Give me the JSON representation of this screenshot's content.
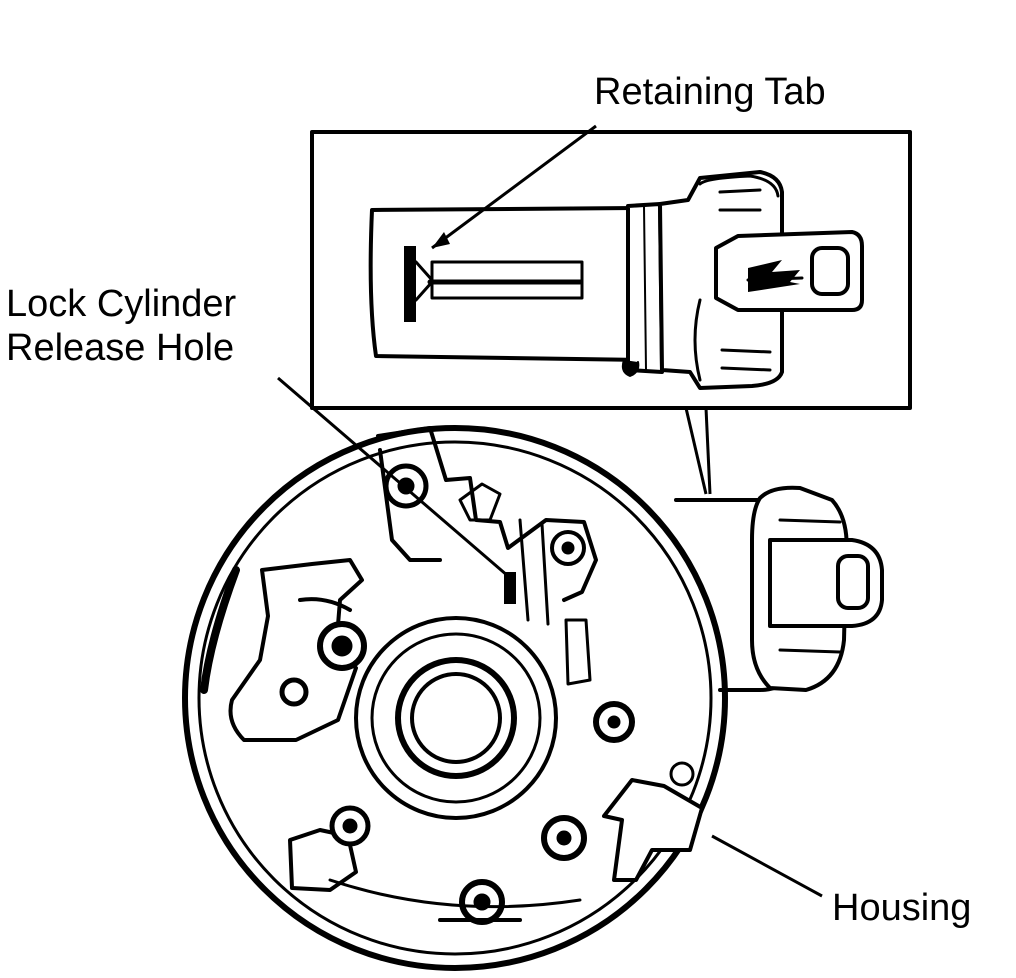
{
  "labels": {
    "retaining_tab": "Retaining Tab",
    "lock_cylinder_line1": "Lock Cylinder",
    "lock_cylinder_line2": "Release Hole",
    "housing": "Housing"
  },
  "colors": {
    "ink": "#000000",
    "paper": "#ffffff"
  }
}
